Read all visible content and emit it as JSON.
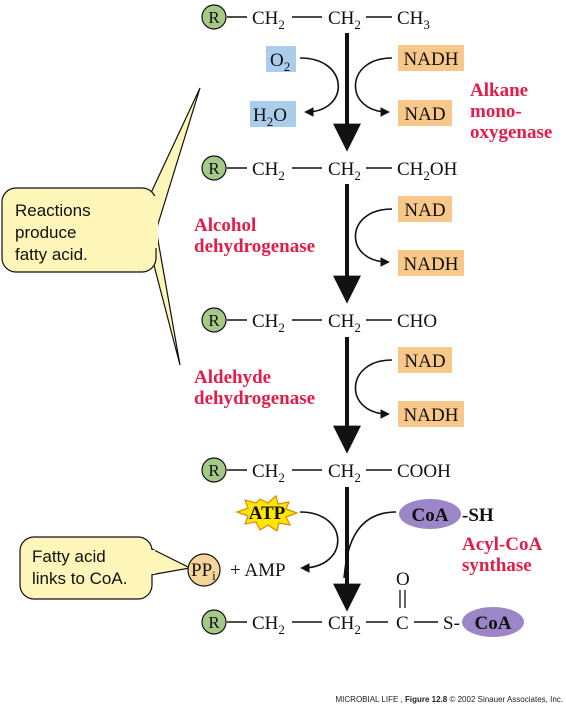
{
  "colors": {
    "r_circle": "#a6c98a",
    "nad_box": "#f7c88a",
    "o2_box": "#a9cdea",
    "enzyme_text": "#e11d48",
    "callout_bg": "#fdf6b8",
    "coa_ellipse": "#9b86c8",
    "atp_star": "#ffe600",
    "ppi_circle": "#f6d59a"
  },
  "molecules": {
    "m1": {
      "r": "R",
      "c1": "CH",
      "s1": "2",
      "c2": "CH",
      "s2": "2",
      "c3": "CH",
      "s3": "3"
    },
    "m2": {
      "r": "R",
      "c1": "CH",
      "s1": "2",
      "c2": "CH",
      "s2": "2",
      "c3a": "CH",
      "s3": "2",
      "c3b": "OH"
    },
    "m3": {
      "r": "R",
      "c1": "CH",
      "s1": "2",
      "c2": "CH",
      "s2": "2",
      "c3": "CHO"
    },
    "m4": {
      "r": "R",
      "c1": "CH",
      "s1": "2",
      "c2": "CH",
      "s2": "2",
      "c3": "COOH"
    },
    "m5": {
      "r": "R",
      "c1": "CH",
      "s1": "2",
      "c2": "CH",
      "s2": "2",
      "c3": "C",
      "o": "O",
      "s": "S-",
      "coa": "CoA"
    }
  },
  "step1": {
    "o2": "O",
    "o2_sub": "2",
    "h2o_a": "H",
    "h2o_sub": "2",
    "h2o_b": "O",
    "nadh": "NADH",
    "nad": "NAD",
    "enzyme": [
      "Alkane",
      "mono-",
      "oxygenase"
    ]
  },
  "step2": {
    "nad": "NAD",
    "nadh": "NADH",
    "enzyme": [
      "Alcohol",
      "dehydrogenase"
    ]
  },
  "step3": {
    "nad": "NAD",
    "nadh": "NADH",
    "enzyme": [
      "Aldehyde",
      "dehydrogenase"
    ]
  },
  "step4": {
    "atp": "ATP",
    "coa": "CoA",
    "sh": "-SH",
    "ppi": "PP",
    "ppi_sub": "i",
    "amp": "+ AMP",
    "enzyme": [
      "Acyl-CoA",
      "synthase"
    ]
  },
  "callouts": {
    "top": [
      "Reactions",
      "produce",
      "fatty acid."
    ],
    "bottom": [
      "Fatty acid",
      "links to CoA."
    ]
  },
  "credit": {
    "prefix": "MICROBIAL LIFE , ",
    "figure": "Figure 12.8",
    "suffix": "  © 2002 Sinauer Associates, Inc."
  }
}
